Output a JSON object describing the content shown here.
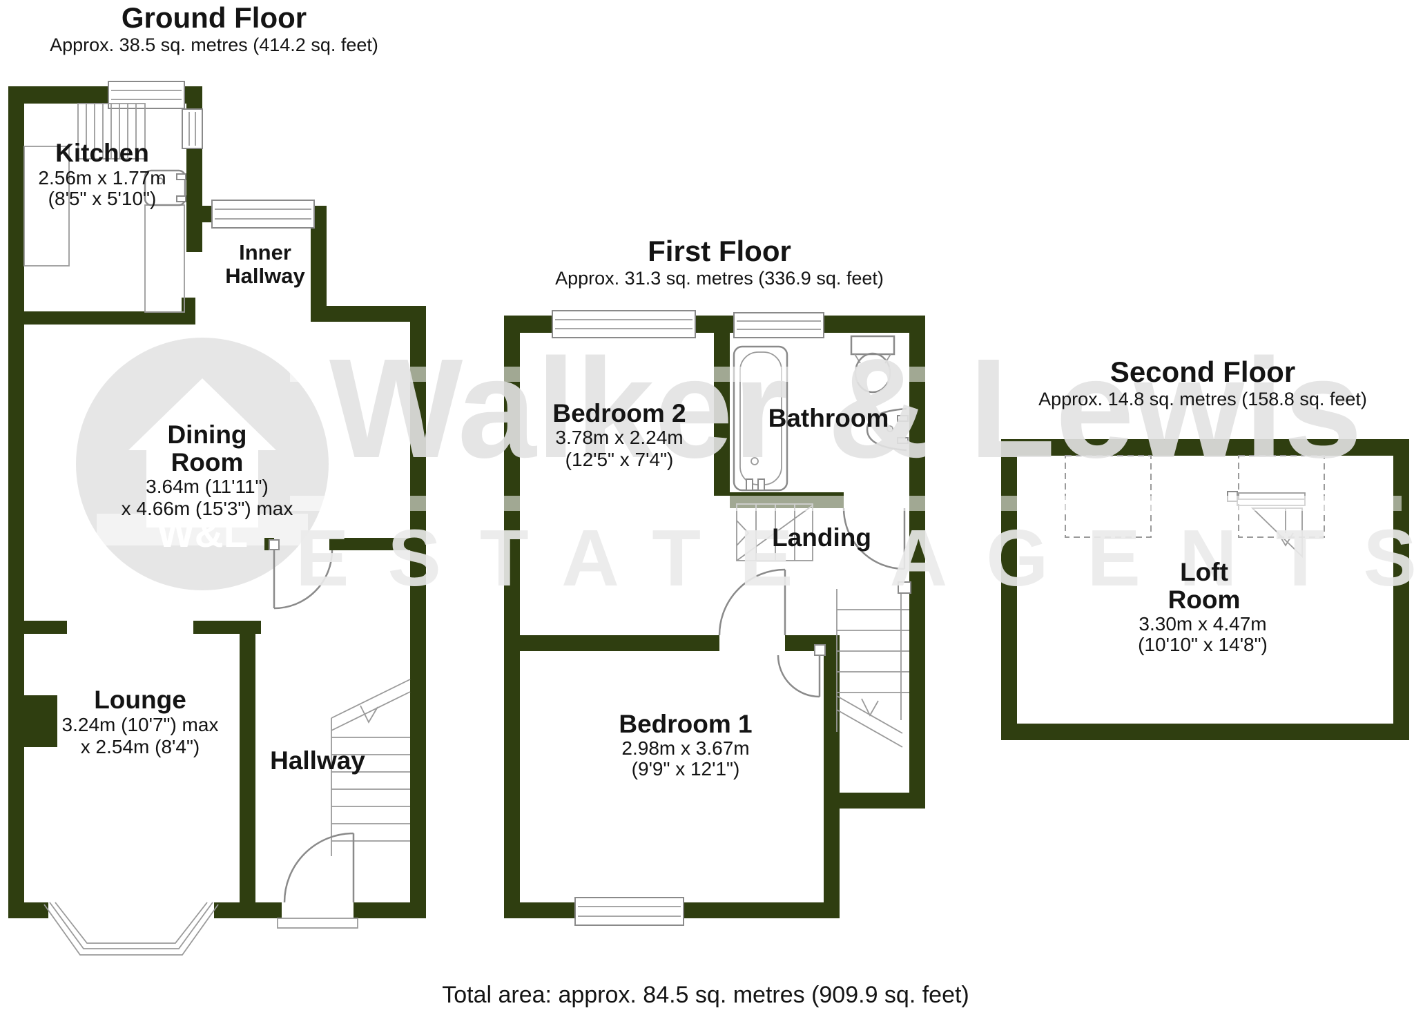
{
  "footer": {
    "total_area": "Total area: approx. 84.5 sq. metres (909.9 sq. feet)"
  },
  "watermark": {
    "brand": "Walker & Lewis",
    "tagline": "ESTATE AGENTS",
    "monogram": "W&L"
  },
  "floors": {
    "ground": {
      "title": "Ground Floor",
      "subtitle": "Approx. 38.5 sq. metres (414.2 sq. feet)",
      "kitchen": {
        "name": "Kitchen",
        "dim_metric": "2.56m x 1.77m",
        "dim_imperial": "(8'5\" x 5'10\")"
      },
      "inner_hallway": {
        "line1": "Inner",
        "line2": "Hallway"
      },
      "dining_room": {
        "line1": "Dining",
        "line2": "Room",
        "dim_metric": "3.64m (11'11\")",
        "dim_imperial": "x 4.66m (15'3\") max"
      },
      "lounge": {
        "name": "Lounge",
        "dim_metric": "3.24m (10'7\") max",
        "dim_imperial": "x 2.54m (8'4\")"
      },
      "hallway": {
        "name": "Hallway"
      }
    },
    "first": {
      "title": "First Floor",
      "subtitle": "Approx. 31.3 sq. metres (336.9 sq. feet)",
      "bedroom2": {
        "name": "Bedroom 2",
        "dim_metric": "3.78m x 2.24m",
        "dim_imperial": "(12'5\" x 7'4\")"
      },
      "bathroom": {
        "name": "Bathroom"
      },
      "landing": {
        "name": "Landing"
      },
      "bedroom1": {
        "name": "Bedroom 1",
        "dim_metric": "2.98m x 3.67m",
        "dim_imperial": "(9'9\" x 12'1\")"
      }
    },
    "second": {
      "title": "Second Floor",
      "subtitle": "Approx. 14.8 sq. metres (158.8 sq. feet)",
      "loft": {
        "line1": "Loft",
        "line2": "Room",
        "dim_metric": "3.30m x 4.47m",
        "dim_imperial": "(10'10\" x 14'8\")"
      }
    }
  }
}
